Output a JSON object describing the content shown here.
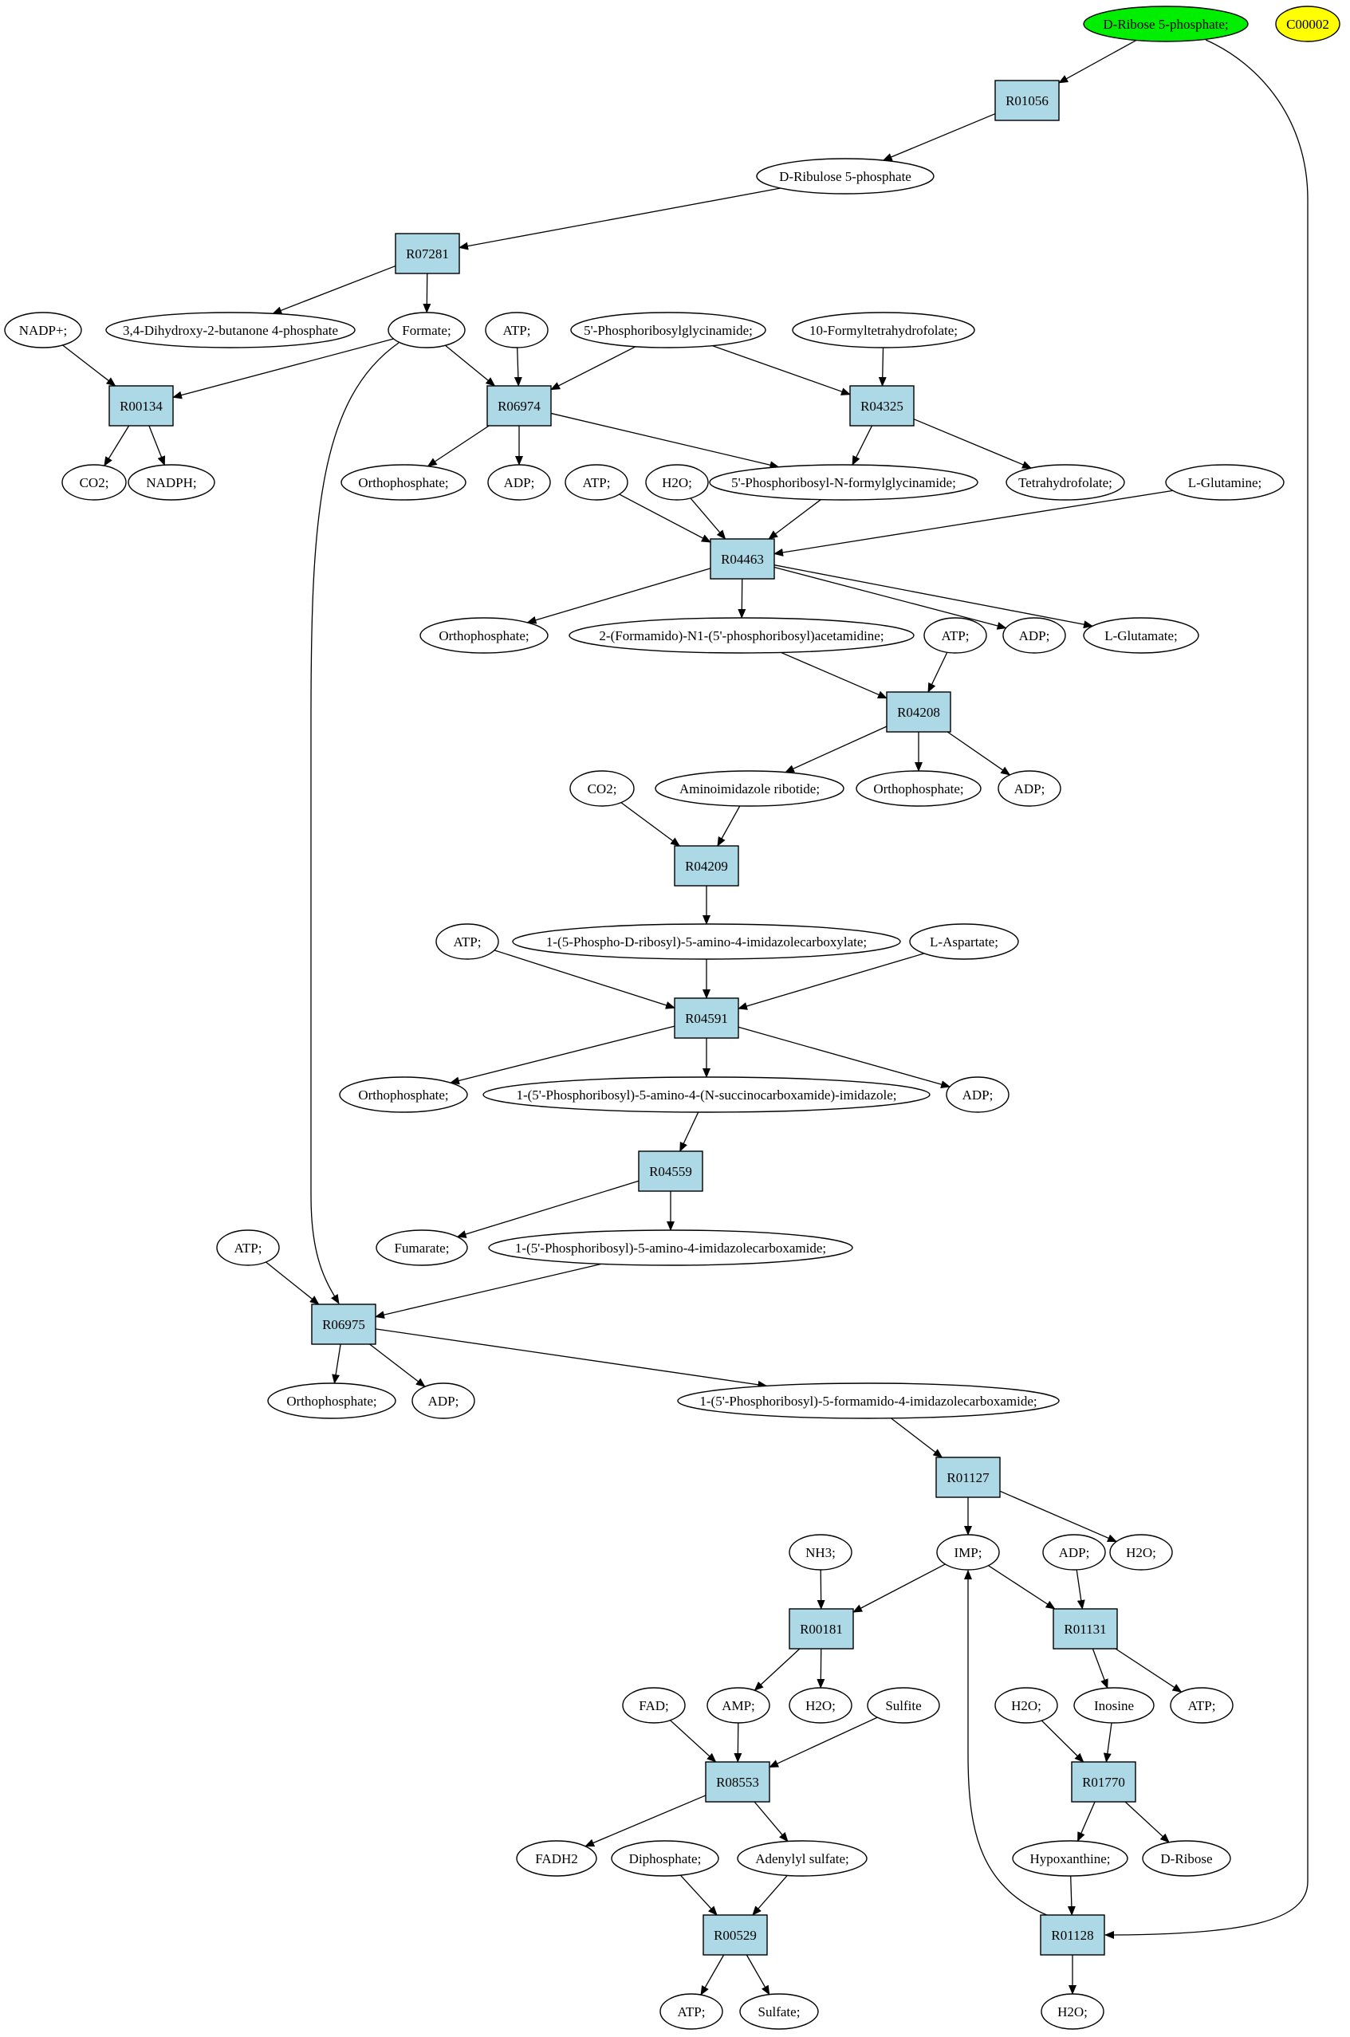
{
  "colors": {
    "reaction_fill": "#add8e6",
    "start_fill": "#00ee00",
    "target_fill": "#ffff00",
    "metabolite_fill": "#ffffff",
    "stroke": "#000000"
  },
  "nodes": [
    {
      "id": "n_rib5p",
      "label": "D-Ribose 5-phosphate;",
      "shape": "ellipse",
      "fill": "start"
    },
    {
      "id": "n_c00002",
      "label": "C00002",
      "shape": "ellipse",
      "fill": "target"
    },
    {
      "id": "r_R01056",
      "label": "R01056",
      "shape": "rect"
    },
    {
      "id": "n_ru5p",
      "label": "D-Ribulose 5-phosphate",
      "shape": "ellipse"
    },
    {
      "id": "r_R07281",
      "label": "R07281",
      "shape": "rect"
    },
    {
      "id": "n_nadp",
      "label": "NADP+;",
      "shape": "ellipse"
    },
    {
      "id": "n_dhbp",
      "label": "3,4-Dihydroxy-2-butanone 4-phosphate",
      "shape": "ellipse"
    },
    {
      "id": "n_formate",
      "label": "Formate;",
      "shape": "ellipse"
    },
    {
      "id": "n_atp1",
      "label": "ATP;",
      "shape": "ellipse"
    },
    {
      "id": "n_gar",
      "label": "5'-Phosphoribosylglycinamide;",
      "shape": "ellipse"
    },
    {
      "id": "n_10fthf",
      "label": "10-Formyltetrahydrofolate;",
      "shape": "ellipse"
    },
    {
      "id": "r_R00134",
      "label": "R00134",
      "shape": "rect"
    },
    {
      "id": "r_R06974",
      "label": "R06974",
      "shape": "rect"
    },
    {
      "id": "r_R04325",
      "label": "R04325",
      "shape": "rect"
    },
    {
      "id": "n_co2a",
      "label": "CO2;",
      "shape": "ellipse"
    },
    {
      "id": "n_nadph",
      "label": "NADPH;",
      "shape": "ellipse"
    },
    {
      "id": "n_pi1",
      "label": "Orthophosphate;",
      "shape": "ellipse"
    },
    {
      "id": "n_adp1",
      "label": "ADP;",
      "shape": "ellipse"
    },
    {
      "id": "n_atp2",
      "label": "ATP;",
      "shape": "ellipse"
    },
    {
      "id": "n_h2o1",
      "label": "H2O;",
      "shape": "ellipse"
    },
    {
      "id": "n_fgar",
      "label": "5'-Phosphoribosyl-N-formylglycinamide;",
      "shape": "ellipse"
    },
    {
      "id": "n_thf",
      "label": "Tetrahydrofolate;",
      "shape": "ellipse"
    },
    {
      "id": "n_gln",
      "label": "L-Glutamine;",
      "shape": "ellipse"
    },
    {
      "id": "r_R04463",
      "label": "R04463",
      "shape": "rect"
    },
    {
      "id": "n_pi2",
      "label": "Orthophosphate;",
      "shape": "ellipse"
    },
    {
      "id": "n_fgam",
      "label": "2-(Formamido)-N1-(5'-phosphoribosyl)acetamidine;",
      "shape": "ellipse"
    },
    {
      "id": "n_atp3",
      "label": "ATP;",
      "shape": "ellipse"
    },
    {
      "id": "n_adp2",
      "label": "ADP;",
      "shape": "ellipse"
    },
    {
      "id": "n_glu",
      "label": "L-Glutamate;",
      "shape": "ellipse"
    },
    {
      "id": "r_R04208",
      "label": "R04208",
      "shape": "rect"
    },
    {
      "id": "n_co2b",
      "label": "CO2;",
      "shape": "ellipse"
    },
    {
      "id": "n_air",
      "label": "Aminoimidazole ribotide;",
      "shape": "ellipse"
    },
    {
      "id": "n_pi3",
      "label": "Orthophosphate;",
      "shape": "ellipse"
    },
    {
      "id": "n_adp3",
      "label": "ADP;",
      "shape": "ellipse"
    },
    {
      "id": "r_R04209",
      "label": "R04209",
      "shape": "rect"
    },
    {
      "id": "n_atp4",
      "label": "ATP;",
      "shape": "ellipse"
    },
    {
      "id": "n_cair",
      "label": "1-(5-Phospho-D-ribosyl)-5-amino-4-imidazolecarboxylate;",
      "shape": "ellipse"
    },
    {
      "id": "n_asp",
      "label": "L-Aspartate;",
      "shape": "ellipse"
    },
    {
      "id": "r_R04591",
      "label": "R04591",
      "shape": "rect"
    },
    {
      "id": "n_pi4",
      "label": "Orthophosphate;",
      "shape": "ellipse"
    },
    {
      "id": "n_saicar",
      "label": "1-(5'-Phosphoribosyl)-5-amino-4-(N-succinocarboxamide)-imidazole;",
      "shape": "ellipse"
    },
    {
      "id": "n_adp4",
      "label": "ADP;",
      "shape": "ellipse"
    },
    {
      "id": "r_R04559",
      "label": "R04559",
      "shape": "rect"
    },
    {
      "id": "n_fum",
      "label": "Fumarate;",
      "shape": "ellipse"
    },
    {
      "id": "n_aicar",
      "label": "1-(5'-Phosphoribosyl)-5-amino-4-imidazolecarboxamide;",
      "shape": "ellipse"
    },
    {
      "id": "n_atp5",
      "label": "ATP;",
      "shape": "ellipse"
    },
    {
      "id": "r_R06975",
      "label": "R06975",
      "shape": "rect"
    },
    {
      "id": "n_pi5",
      "label": "Orthophosphate;",
      "shape": "ellipse"
    },
    {
      "id": "n_adp5",
      "label": "ADP;",
      "shape": "ellipse"
    },
    {
      "id": "n_faicar",
      "label": "1-(5'-Phosphoribosyl)-5-formamido-4-imidazolecarboxamide;",
      "shape": "ellipse"
    },
    {
      "id": "r_R01127",
      "label": "R01127",
      "shape": "rect"
    },
    {
      "id": "n_nh3",
      "label": "NH3;",
      "shape": "ellipse"
    },
    {
      "id": "n_imp",
      "label": "IMP;",
      "shape": "ellipse"
    },
    {
      "id": "n_adp6",
      "label": "ADP;",
      "shape": "ellipse"
    },
    {
      "id": "n_h2o2",
      "label": "H2O;",
      "shape": "ellipse"
    },
    {
      "id": "r_R00181",
      "label": "R00181",
      "shape": "rect"
    },
    {
      "id": "r_R01131",
      "label": "R01131",
      "shape": "rect"
    },
    {
      "id": "n_fad",
      "label": "FAD;",
      "shape": "ellipse"
    },
    {
      "id": "n_amp",
      "label": "AMP;",
      "shape": "ellipse"
    },
    {
      "id": "n_h2o3",
      "label": "H2O;",
      "shape": "ellipse"
    },
    {
      "id": "n_sulfite",
      "label": "Sulfite",
      "shape": "ellipse"
    },
    {
      "id": "n_h2o4",
      "label": "H2O;",
      "shape": "ellipse"
    },
    {
      "id": "n_inosine",
      "label": "Inosine",
      "shape": "ellipse"
    },
    {
      "id": "n_atp6",
      "label": "ATP;",
      "shape": "ellipse"
    },
    {
      "id": "r_R08553",
      "label": "R08553",
      "shape": "rect"
    },
    {
      "id": "r_R01770",
      "label": "R01770",
      "shape": "rect"
    },
    {
      "id": "n_fadh2",
      "label": "FADH2",
      "shape": "ellipse"
    },
    {
      "id": "n_ppi",
      "label": "Diphosphate;",
      "shape": "ellipse"
    },
    {
      "id": "n_aps",
      "label": "Adenylyl sulfate;",
      "shape": "ellipse"
    },
    {
      "id": "n_hypox",
      "label": "Hypoxanthine;",
      "shape": "ellipse"
    },
    {
      "id": "n_drib",
      "label": "D-Ribose",
      "shape": "ellipse"
    },
    {
      "id": "r_R00529",
      "label": "R00529",
      "shape": "rect"
    },
    {
      "id": "r_R01128",
      "label": "R01128",
      "shape": "rect"
    },
    {
      "id": "n_atp7",
      "label": "ATP;",
      "shape": "ellipse"
    },
    {
      "id": "n_sulfate",
      "label": "Sulfate;",
      "shape": "ellipse"
    },
    {
      "id": "n_h2o5",
      "label": "H2O;",
      "shape": "ellipse"
    }
  ],
  "edges": [
    [
      "n_rib5p",
      "r_R01056"
    ],
    [
      "r_R01056",
      "n_ru5p"
    ],
    [
      "n_ru5p",
      "r_R07281"
    ],
    [
      "r_R07281",
      "n_dhbp"
    ],
    [
      "r_R07281",
      "n_formate"
    ],
    [
      "n_nadp",
      "r_R00134"
    ],
    [
      "n_formate",
      "r_R00134"
    ],
    [
      "n_formate",
      "r_R06974"
    ],
    [
      "n_formate",
      "r_R06975"
    ],
    [
      "n_atp1",
      "r_R06974"
    ],
    [
      "n_gar",
      "r_R06974"
    ],
    [
      "n_gar",
      "r_R04325"
    ],
    [
      "n_10fthf",
      "r_R04325"
    ],
    [
      "r_R00134",
      "n_co2a"
    ],
    [
      "r_R00134",
      "n_nadph"
    ],
    [
      "r_R06974",
      "n_pi1"
    ],
    [
      "r_R06974",
      "n_adp1"
    ],
    [
      "r_R06974",
      "n_fgar"
    ],
    [
      "r_R04325",
      "n_fgar"
    ],
    [
      "r_R04325",
      "n_thf"
    ],
    [
      "n_atp2",
      "r_R04463"
    ],
    [
      "n_h2o1",
      "r_R04463"
    ],
    [
      "n_fgar",
      "r_R04463"
    ],
    [
      "n_gln",
      "r_R04463"
    ],
    [
      "r_R04463",
      "n_pi2"
    ],
    [
      "r_R04463",
      "n_fgam"
    ],
    [
      "r_R04463",
      "n_adp2"
    ],
    [
      "r_R04463",
      "n_glu"
    ],
    [
      "n_fgam",
      "r_R04208"
    ],
    [
      "n_atp3",
      "r_R04208"
    ],
    [
      "r_R04208",
      "n_air"
    ],
    [
      "r_R04208",
      "n_pi3"
    ],
    [
      "r_R04208",
      "n_adp3"
    ],
    [
      "n_co2b",
      "r_R04209"
    ],
    [
      "n_air",
      "r_R04209"
    ],
    [
      "r_R04209",
      "n_cair"
    ],
    [
      "n_atp4",
      "r_R04591"
    ],
    [
      "n_cair",
      "r_R04591"
    ],
    [
      "n_asp",
      "r_R04591"
    ],
    [
      "r_R04591",
      "n_pi4"
    ],
    [
      "r_R04591",
      "n_saicar"
    ],
    [
      "r_R04591",
      "n_adp4"
    ],
    [
      "n_saicar",
      "r_R04559"
    ],
    [
      "r_R04559",
      "n_fum"
    ],
    [
      "r_R04559",
      "n_aicar"
    ],
    [
      "n_atp5",
      "r_R06975"
    ],
    [
      "n_aicar",
      "r_R06975"
    ],
    [
      "r_R06975",
      "n_pi5"
    ],
    [
      "r_R06975",
      "n_adp5"
    ],
    [
      "r_R06975",
      "n_faicar"
    ],
    [
      "n_faicar",
      "r_R01127"
    ],
    [
      "r_R01127",
      "n_imp"
    ],
    [
      "r_R01127",
      "n_h2o2"
    ],
    [
      "n_nh3",
      "r_R00181"
    ],
    [
      "n_imp",
      "r_R00181"
    ],
    [
      "n_imp",
      "r_R01131"
    ],
    [
      "n_adp6",
      "r_R01131"
    ],
    [
      "r_R00181",
      "n_amp"
    ],
    [
      "r_R00181",
      "n_h2o3"
    ],
    [
      "r_R01131",
      "n_inosine"
    ],
    [
      "r_R01131",
      "n_atp6"
    ],
    [
      "n_fad",
      "r_R08553"
    ],
    [
      "n_amp",
      "r_R08553"
    ],
    [
      "n_sulfite",
      "r_R08553"
    ],
    [
      "r_R08553",
      "n_fadh2"
    ],
    [
      "r_R08553",
      "n_aps"
    ],
    [
      "n_h2o4",
      "r_R01770"
    ],
    [
      "n_inosine",
      "r_R01770"
    ],
    [
      "r_R01770",
      "n_hypox"
    ],
    [
      "r_R01770",
      "n_drib"
    ],
    [
      "n_ppi",
      "r_R00529"
    ],
    [
      "n_aps",
      "r_R00529"
    ],
    [
      "r_R00529",
      "n_atp7"
    ],
    [
      "r_R00529",
      "n_sulfate"
    ],
    [
      "n_hypox",
      "r_R01128"
    ],
    [
      "n_rib5p",
      "r_R01128"
    ],
    [
      "r_R01128",
      "n_imp"
    ],
    [
      "r_R01128",
      "n_h2o5"
    ]
  ]
}
